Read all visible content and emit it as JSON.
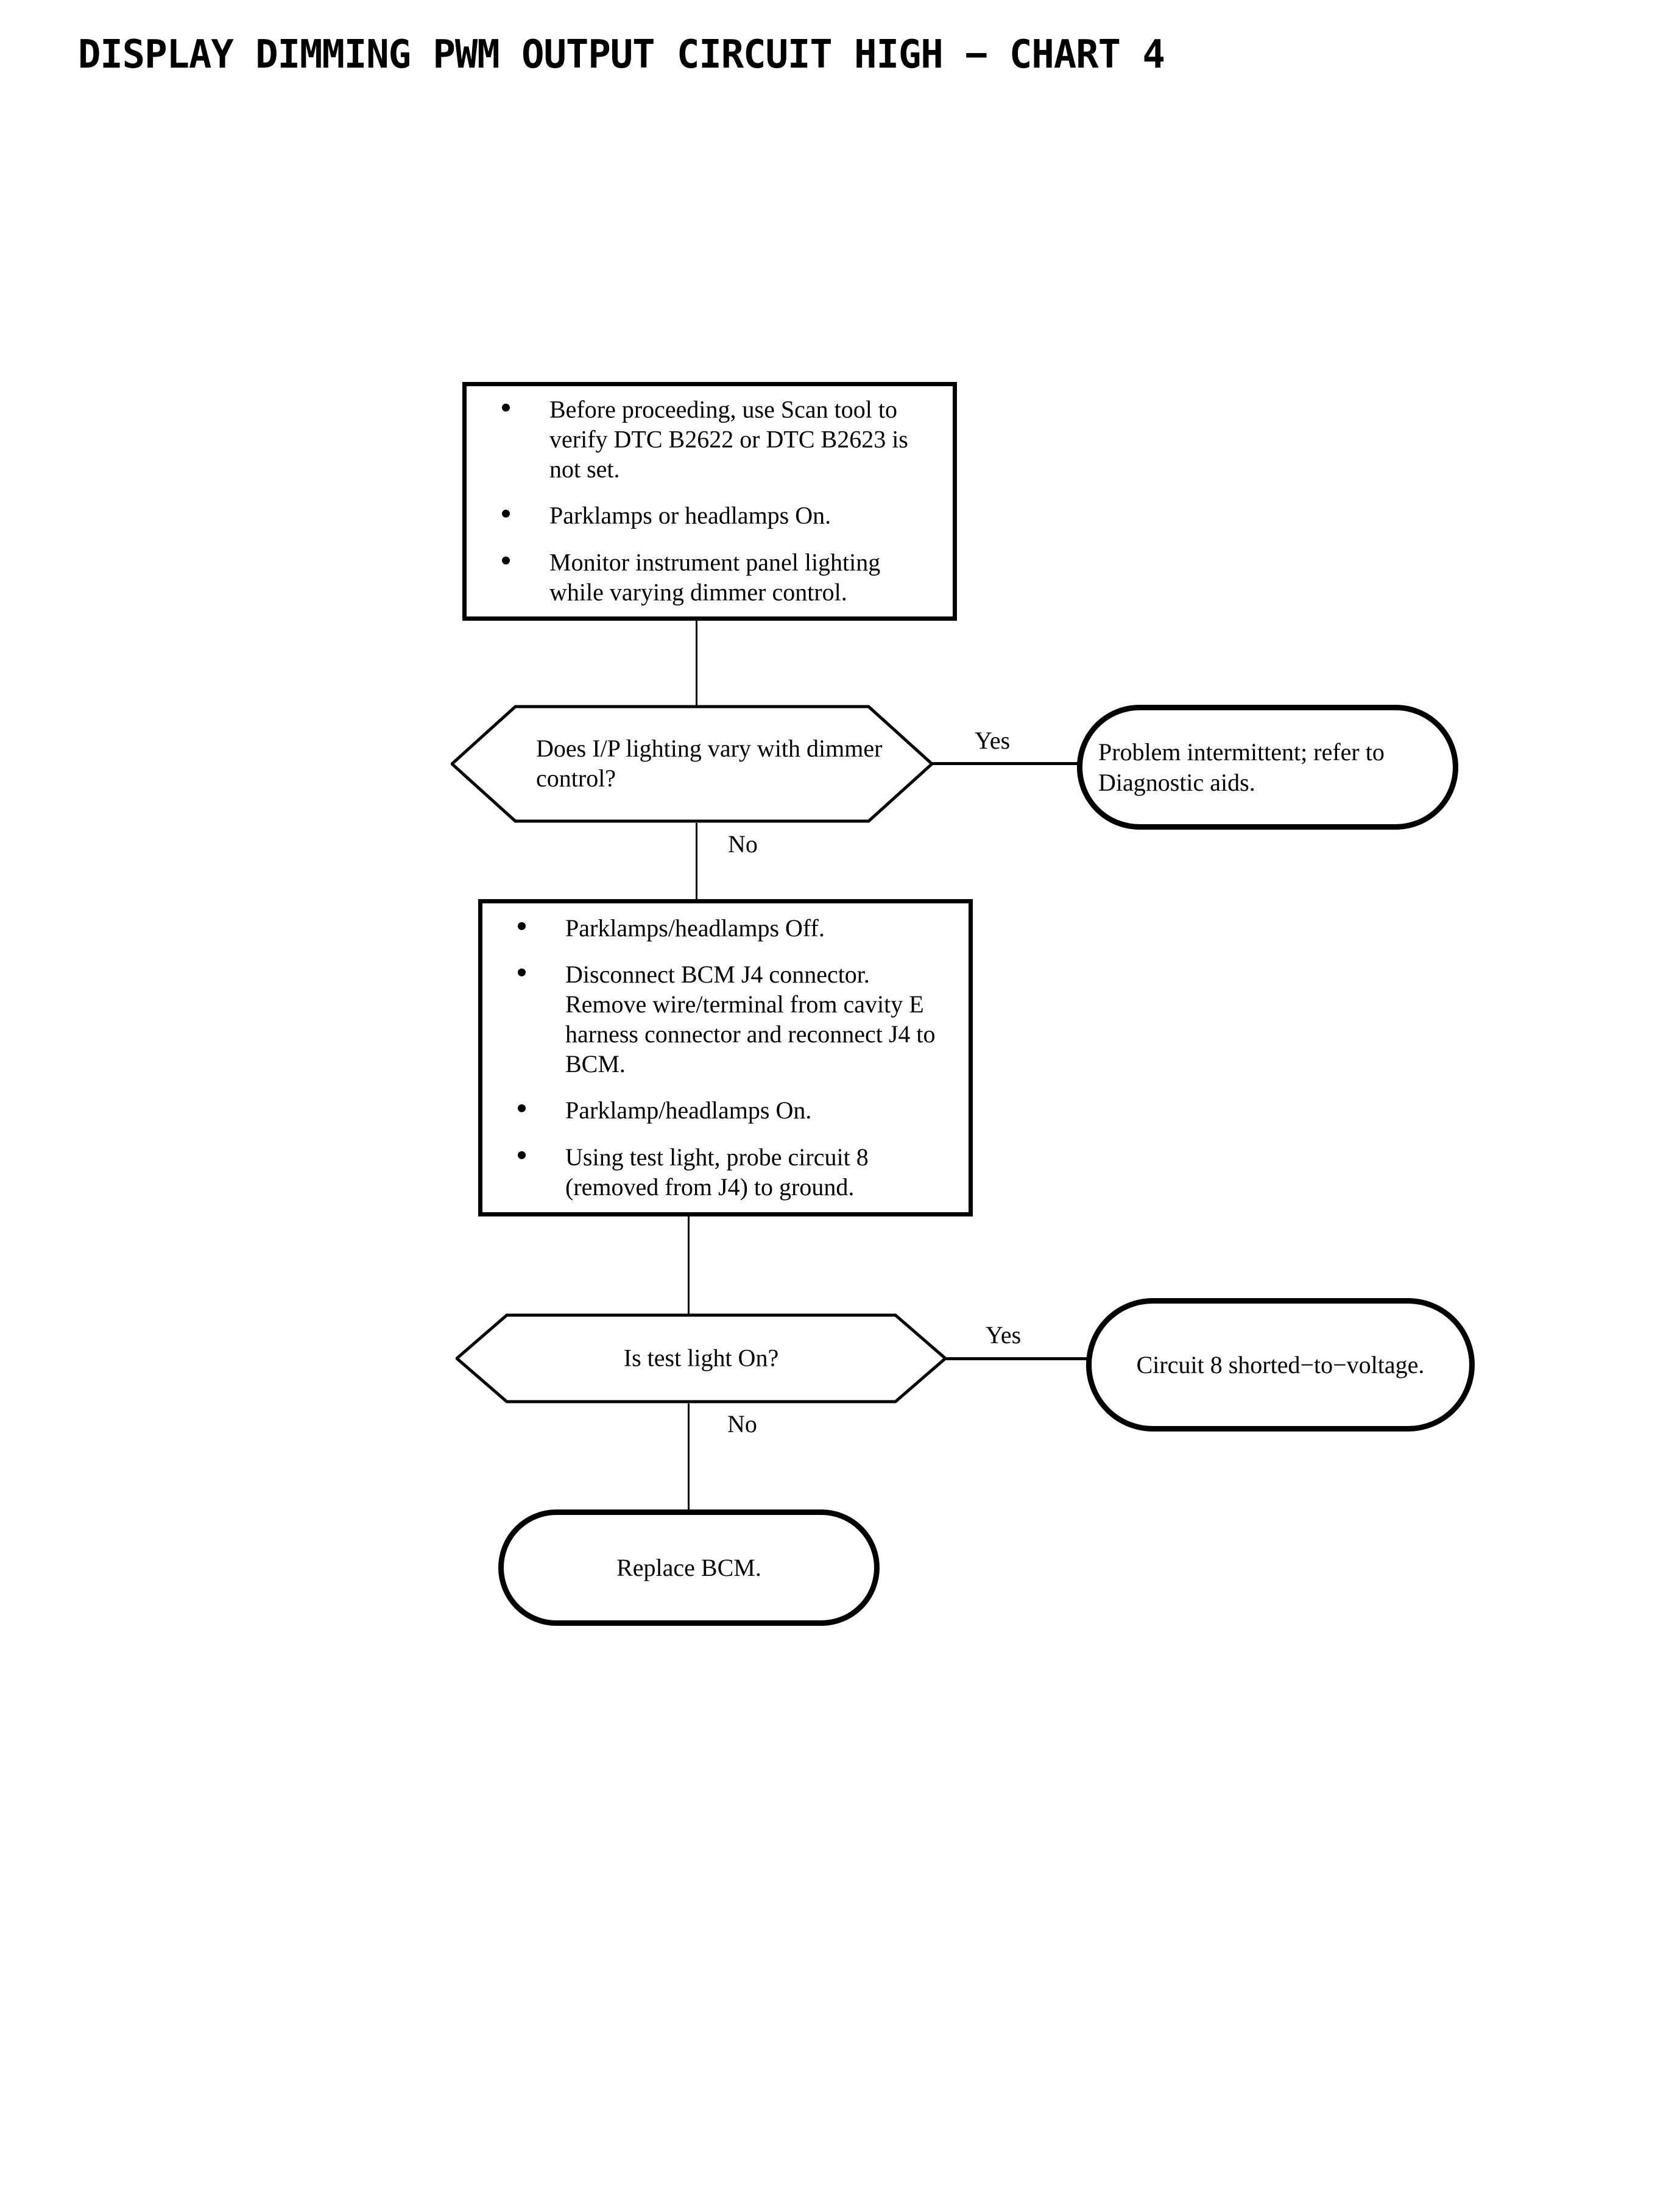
{
  "page": {
    "title": "DISPLAY DIMMING PWM OUTPUT CIRCUIT HIGH − CHART 4",
    "background_color": "#ffffff",
    "ink_color": "#000000"
  },
  "flow": {
    "step1": {
      "type": "process",
      "items": [
        "Before proceeding, use Scan tool to verify DTC B2622 or DTC B2623 is not set.",
        "Parklamps or headlamps On.",
        "Monitor instrument panel lighting while varying dimmer control."
      ]
    },
    "decision1": {
      "type": "decision",
      "text": "Does I/P lighting vary with dimmer control?",
      "yes_label": "Yes",
      "no_label": "No"
    },
    "outcome1": {
      "type": "terminal",
      "text": "Problem intermittent; refer to Diagnostic aids."
    },
    "step2": {
      "type": "process",
      "items": [
        "Parklamps/headlamps Off.",
        "Disconnect BCM J4  connector. Remove wire/terminal from cavity E harness connector and reconnect J4 to BCM.",
        "Parklamp/headlamps On.",
        "Using test light, probe circuit 8 (removed from J4) to ground."
      ]
    },
    "decision2": {
      "type": "decision",
      "text": "Is test light On?",
      "yes_label": "Yes",
      "no_label": "No"
    },
    "outcome2": {
      "type": "terminal",
      "text": "Circuit 8 shorted−to−voltage."
    },
    "outcome3": {
      "type": "terminal",
      "text": "Replace BCM."
    }
  }
}
